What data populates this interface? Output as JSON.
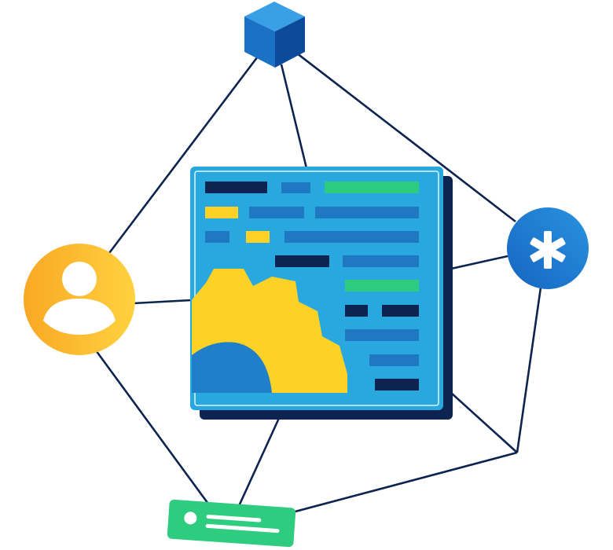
{
  "illustration": {
    "nodes": [
      {
        "id": "cube",
        "icon": "cube-icon"
      },
      {
        "id": "user",
        "icon": "user-avatar-icon"
      },
      {
        "id": "asterisk",
        "icon": "asterisk-icon",
        "glyph": "*"
      },
      {
        "id": "message",
        "icon": "message-card-icon"
      },
      {
        "id": "code-panel",
        "icon": "code-editor-panel-icon"
      },
      {
        "id": "corner-bottom-right",
        "icon": "line-junction"
      }
    ],
    "edges": [
      [
        "cube",
        "user"
      ],
      [
        "cube",
        "code-panel"
      ],
      [
        "cube",
        "asterisk"
      ],
      [
        "user",
        "code-panel"
      ],
      [
        "user",
        "message"
      ],
      [
        "asterisk",
        "code-panel"
      ],
      [
        "asterisk",
        "corner-bottom-right"
      ],
      [
        "code-panel",
        "message"
      ],
      [
        "code-panel",
        "corner-bottom-right"
      ],
      [
        "message",
        "corner-bottom-right"
      ]
    ],
    "colors": {
      "line": "#0d2350",
      "panel": "#29a8e0",
      "panel_shadow": "#0d2350",
      "panel_border": "#ffffff",
      "gear": "#fdd226",
      "gear_shadow": "#1d7ecb",
      "bar_dark": "#0d2350",
      "bar_mid": "#1f78c1",
      "bar_green": "#2ecc7e",
      "bar_yellow": "#fdd226",
      "user_orange": "#f9a825",
      "user_yellow": "#ffcc33",
      "asterisk_circle": "#1f7fc9",
      "message_green": "#2ecc7e",
      "cube_top": "#3aa0e6",
      "cube_left": "#1a6fc2",
      "cube_right": "#0d4a9b"
    }
  }
}
